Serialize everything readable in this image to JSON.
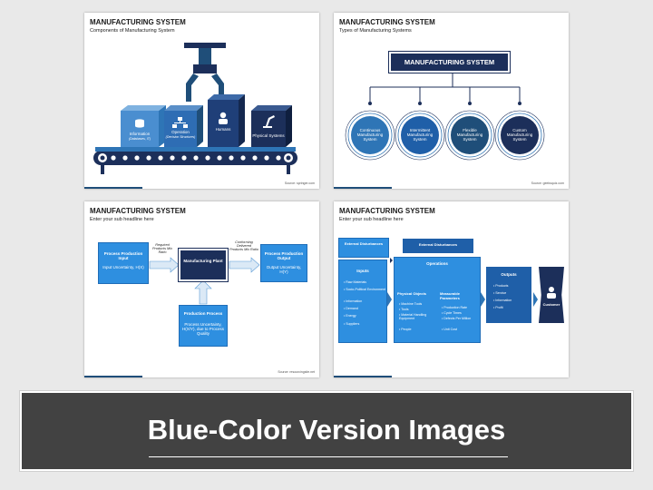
{
  "slide1": {
    "title": "MANUFACTURING SYSTEM",
    "subtitle": "Components of Manufacturing System",
    "source": "Source: springer.com",
    "blocks": [
      {
        "label": "Information",
        "sub": "(Databases, IT)"
      },
      {
        "label": "Operation",
        "sub": "(Decision Structures)"
      },
      {
        "label": "Humans",
        "sub": ""
      },
      {
        "label": "Physical Systems",
        "sub": ""
      }
    ]
  },
  "slide2": {
    "title": "MANUFACTURING SYSTEM",
    "subtitle": "Types of Manufacturing Systems",
    "header": "MANUFACTURING SYSTEM",
    "source": "Source: geeksquiz.com",
    "types": [
      "Continuous Manufacturing System",
      "Intermittent Manufacturing System",
      "Flexible Manufacturing System",
      "Custom Manufacturing System"
    ]
  },
  "slide3": {
    "title": "MANUFACTURING SYSTEM",
    "subtitle": "Enter your sub headline here",
    "source": "Source: resourcingsite.net",
    "input_title": "Process Production Input",
    "input_body": "Input Uncertainty, H(X)",
    "required_label": "Required Products Mix Ratio",
    "plant": "Manufacturing Plant",
    "conforming_label": "Conforming Delivered Products Mix Ratio",
    "output_title": "Process Production Output",
    "output_body": "Output Uncertainty, H(Y)",
    "process_title": "Production Process",
    "process_body": "Process Uncertainty, H(X/Y), due to Process Quality"
  },
  "slide4": {
    "title": "MANUFACTURING SYSTEM",
    "subtitle": "Enter your sub headline here",
    "ext1": "External Disturbances",
    "ext2": "External Disturbances",
    "inputs_title": "Inputs",
    "inputs": [
      "Raw Materials",
      "Socio-Political Environment",
      "Information",
      "Demand",
      "Energy",
      "Suppliers"
    ],
    "operations": "Operations",
    "phys_title": "Physical Objects",
    "phys": [
      "Machine Tools",
      "Tools",
      "Material Handling Equipment",
      "People"
    ],
    "meas_title": "Measurable Parameters",
    "meas": [
      "Production Rate",
      "Cycle Times",
      "Defects Per Million",
      "Unit Cost"
    ],
    "outputs_title": "Outputs",
    "outputs": [
      "Products",
      "Service",
      "Information",
      "Profit"
    ],
    "customer": "Customer"
  },
  "banner": {
    "title": "Blue-Color Version Images"
  },
  "colors": {
    "blue_dark": "#1f4e79",
    "blue_mid": "#2e75b6",
    "blue_light": "#5b9bd5",
    "navy": "#1c2f5a",
    "banner": "#424242"
  }
}
